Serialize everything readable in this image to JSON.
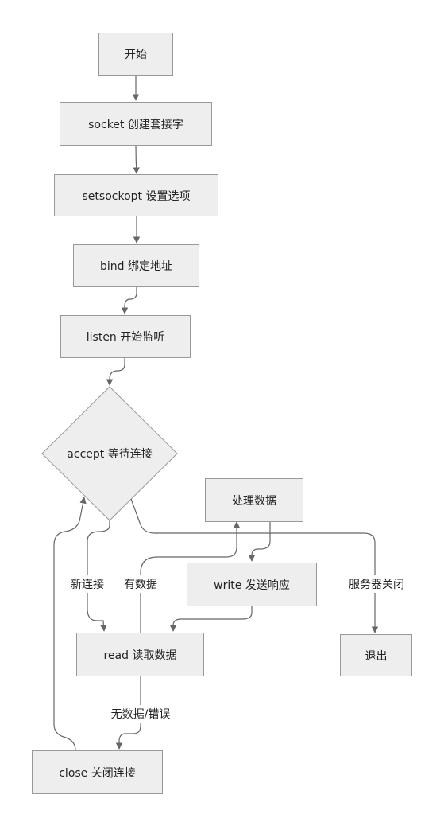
{
  "diagram": {
    "nodes": {
      "start": "开始",
      "socket": "socket 创建套接字",
      "setsockopt": "setsockopt 设置选项",
      "bind": "bind 绑定地址",
      "listen": "listen 开始监听",
      "accept": "accept 等待连接",
      "process": "处理数据",
      "write": "write 发送响应",
      "read": "read 读取数据",
      "close": "close 关闭连接",
      "exit": "退出"
    },
    "edge_labels": {
      "new_connection": "新连接",
      "has_data": "有数据",
      "server_close": "服务器关闭",
      "no_data_error": "无数据/错误"
    },
    "colors": {
      "node_fill": "#eeeeee",
      "node_border": "#999999",
      "edge": "#666666",
      "text": "#222222"
    }
  }
}
